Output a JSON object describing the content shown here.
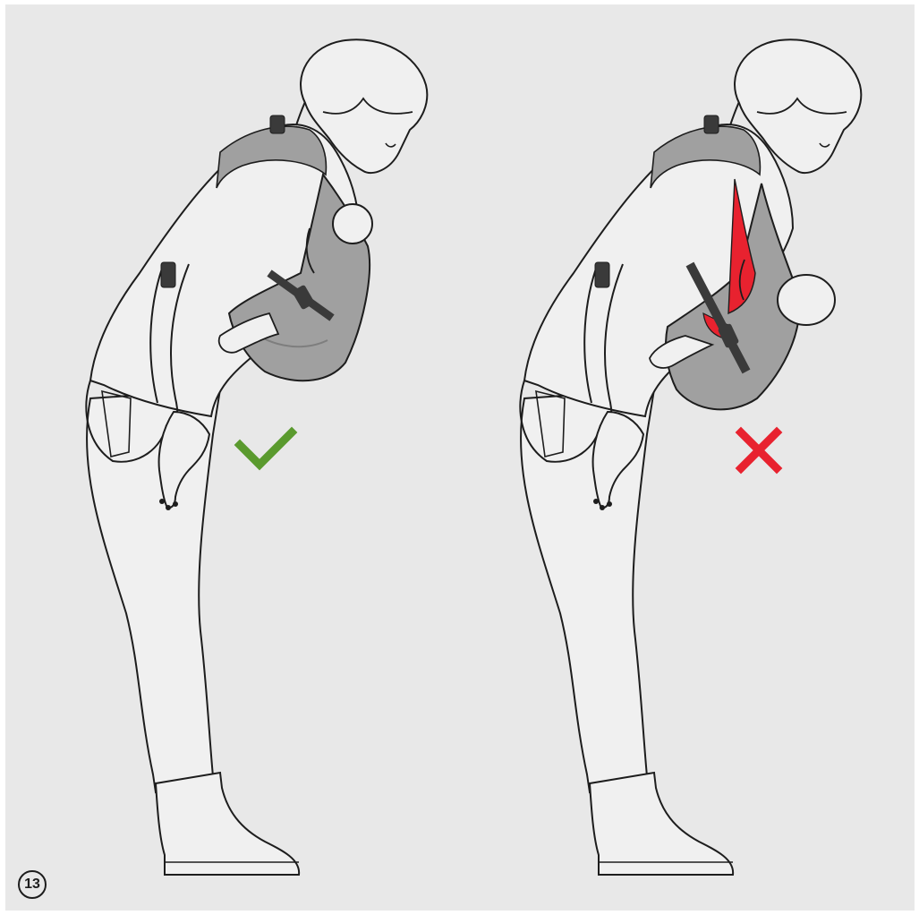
{
  "step_number": "13",
  "colors": {
    "background": "#e8e8e8",
    "figure_fill": "#f0f0f0",
    "outline": "#1d1d1d",
    "carrier_fill": "#a0a0a0",
    "carrier_dark": "#7e7e7e",
    "buckle": "#3a3a3a",
    "correct_mark": "#5a9a2e",
    "incorrect_mark": "#e8222f",
    "warning_area": "#e8222f"
  },
  "panels": [
    {
      "id": "correct",
      "icon": "checkmark-icon",
      "status": "correct"
    },
    {
      "id": "incorrect",
      "icon": "cross-icon",
      "status": "incorrect"
    }
  ]
}
